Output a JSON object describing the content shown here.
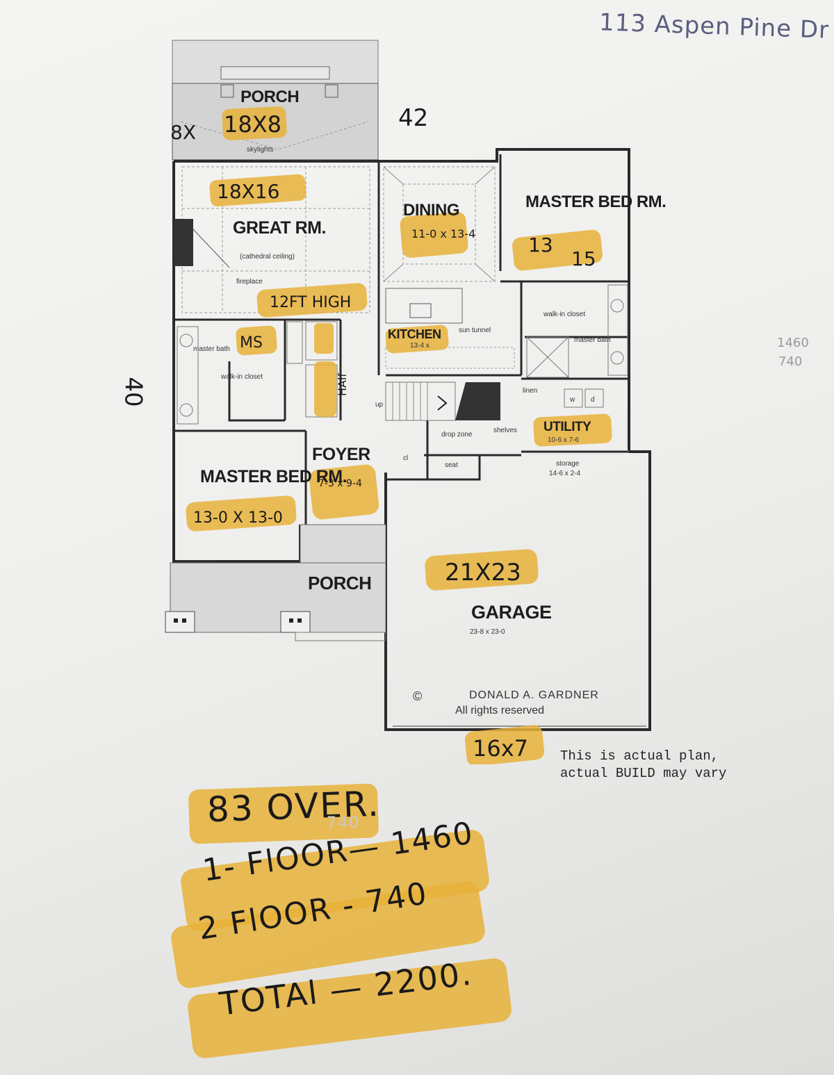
{
  "address": "113 Aspen Pine Dr",
  "dimensions": {
    "width": "42",
    "depth": "40"
  },
  "side_notes": [
    "1460",
    "740"
  ],
  "rooms": {
    "porch_rear": {
      "label": "PORCH",
      "size": "18X8",
      "prefix": "8X",
      "note": "skylights"
    },
    "great_room": {
      "label": "GREAT RM.",
      "size": "18X16",
      "note": "(cathedral ceiling)",
      "fireplace": "fireplace",
      "height": "12FT HIGH"
    },
    "dining": {
      "label": "DINING",
      "size": "11-0 x 13-4"
    },
    "master_bed_1": {
      "label": "MASTER BED RM.",
      "size": "13",
      "size2": "15"
    },
    "walk_in_closet_1": {
      "label": "walk-in closet"
    },
    "master_bath_1": {
      "label": "master bath"
    },
    "kitchen": {
      "label": "KITCHEN",
      "size": "13-4 x",
      "extra": "sun tunnel"
    },
    "master_bath_2": {
      "label": "master bath",
      "hl": "MS"
    },
    "walk_in_closet_2": {
      "label": "walk-in closet"
    },
    "laundry": {
      "label": "linen",
      "w": "w",
      "d": "d"
    },
    "utility": {
      "label": "UTILITY",
      "size": "10-6 x 7-6",
      "shelves": "shelves"
    },
    "drop_zone": {
      "label": "drop zone",
      "seat": "seat",
      "cl": "cl"
    },
    "storage": {
      "label": "storage",
      "size": "14-6 x 2-4"
    },
    "stairs": {
      "label": "up"
    },
    "foyer": {
      "label": "FOYER",
      "size": "7-3 x 9-4"
    },
    "master_bed_2": {
      "label": "MASTER BED RM.",
      "size": "13-0 X 13-0"
    },
    "porch_front": {
      "label": "PORCH"
    },
    "garage": {
      "label": "GARAGE",
      "size": "21X23",
      "orig_size": "23-8 x 23-0",
      "door": "16x7"
    },
    "bath_small": {
      "label": "HAlf"
    }
  },
  "copyright": {
    "symbol": "©",
    "name": "DONALD A. GARDNER",
    "rights": "All rights reserved"
  },
  "note": "This is actual plan,\nactual BUILD may vary",
  "tally": {
    "over": "83 OVER.",
    "faint": "740",
    "floor1": "1- FlOOR— 1460",
    "floor2": "2 FlOOR - 740",
    "total": "TOTAl — 2200."
  },
  "colors": {
    "highlighter": "#e8b23a",
    "ink": "#1a1a1a",
    "paper": "#efefed"
  }
}
